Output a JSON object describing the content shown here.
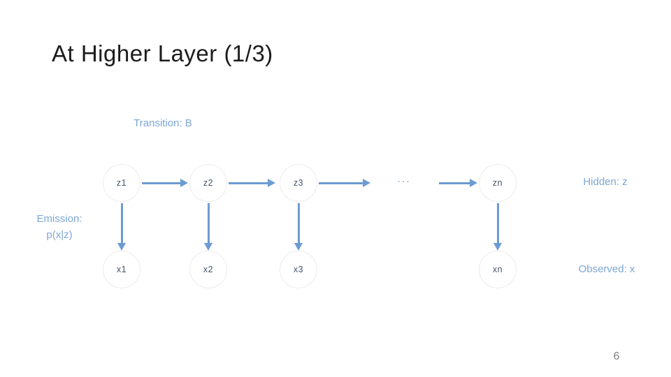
{
  "slide": {
    "title": "At Higher Layer (1/3)",
    "page_number": "6"
  },
  "labels": {
    "transition": "Transition: B",
    "emission_line1": "Emission:",
    "emission_line2": "p(x|z)",
    "hidden": "Hidden: z",
    "observed": "Observed: x",
    "ellipsis": "..."
  },
  "nodes": {
    "hidden": [
      {
        "label": "z1"
      },
      {
        "label": "z2"
      },
      {
        "label": "z3"
      },
      {
        "label": "zn"
      }
    ],
    "observed": [
      {
        "label": "x1"
      },
      {
        "label": "x2"
      },
      {
        "label": "x3"
      },
      {
        "label": "xn"
      }
    ]
  },
  "colors": {
    "arrow": "#6C9BD2",
    "blue-label": "#7EA6D6",
    "node-text": "#44546A",
    "node-border": "#ECECEC",
    "title-text": "#1C1C1C",
    "page-text": "#7F7F7F"
  }
}
